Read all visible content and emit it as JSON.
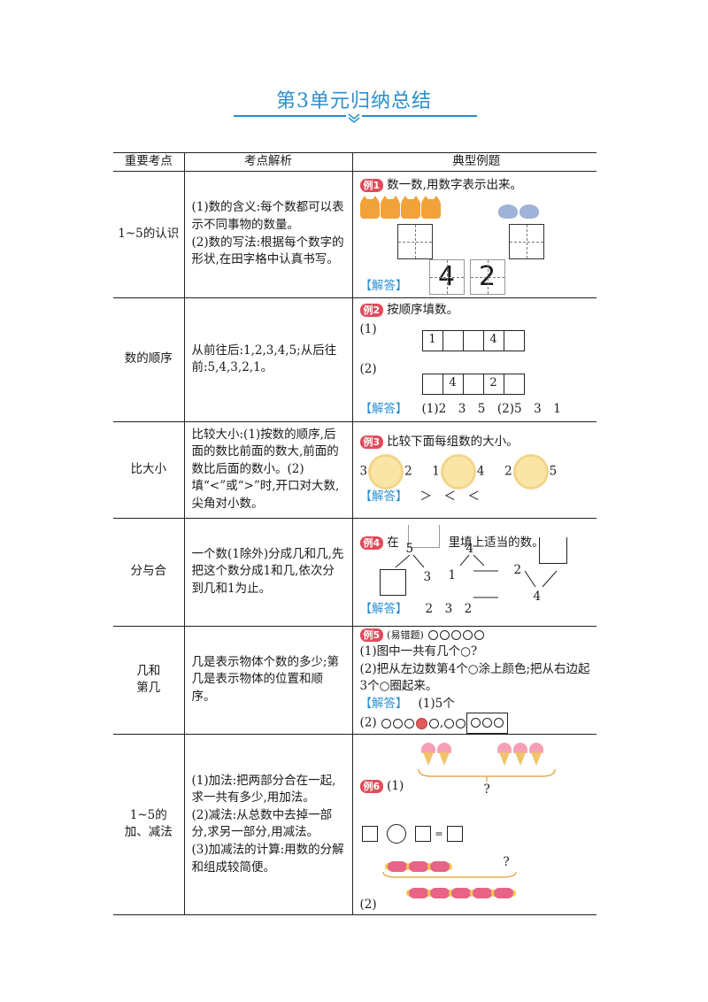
{
  "title": {
    "unit": "第3单元",
    "topic": "归纳总结"
  },
  "headers": [
    "重要考点",
    "考点解析",
    "典型例题"
  ],
  "answer_label": "【解答】",
  "rows": [
    {
      "point": "1~5的认识",
      "analysis": [
        "(1)数的含义:每个数都可以表示不同事物的数量。",
        "(2)数的写法:根据每个数字的形状,在田字格中认真书写。"
      ],
      "example_tag": "例1",
      "example_text": "数一数,用数字表示出来。",
      "answer_digits": [
        "4",
        "2"
      ]
    },
    {
      "point": "数的顺序",
      "analysis": [
        "从前往后:1,2,3,4,5;从后往前:5,4,3,2,1。"
      ],
      "example_tag": "例2",
      "example_text": "按顺序填数。",
      "q1_label": "(1)",
      "q1_cells": [
        "1",
        "",
        "",
        "4",
        ""
      ],
      "q2_label": "(2)",
      "q2_cells": [
        "",
        "4",
        "",
        "2",
        ""
      ],
      "answer_text": "(1)2　3　5　(2)5　3　1"
    },
    {
      "point": "比大小",
      "analysis": [
        "比较大小:(1)按数的顺序,后面的数比前面的数大,前面的数比后面的数小。(2)填“<”或“>”时,开口对大数,尖角对小数。"
      ],
      "example_tag": "例3",
      "example_text": "比较下面每组数的大小。",
      "pairs": [
        [
          "3",
          "2"
        ],
        [
          "1",
          "4"
        ],
        [
          "2",
          "5"
        ]
      ],
      "answer_text": "＞　＜　＜"
    },
    {
      "point": "分与合",
      "analysis": [
        "一个数(1除外)分成几和几,先把这个数分成1和几,依次分到几和1为止。"
      ],
      "example_tag": "例4",
      "example_text_pre": "在",
      "example_text_post": "里填上适当的数。",
      "trees": [
        {
          "top": "5",
          "left": "",
          "right": "3"
        },
        {
          "top": "4",
          "left": "1",
          "right": ""
        },
        {
          "top": "",
          "left": "2",
          "right": "4"
        }
      ],
      "answer_text": "2　3　2"
    },
    {
      "point": "几和第几",
      "analysis": [
        "几是表示物体个数的多少;第几是表示物体的位置和顺序。"
      ],
      "example_tag": "例5",
      "example_note": "(易错题)",
      "q1": "(1)图中一共有几个○?",
      "q2": "(2)把从左边数第4个○涂上颜色;把从右边起3个○圈起来。",
      "answer_q1": "(1)5个",
      "answer_q2_label": "(2)"
    },
    {
      "point": "1~5的加、减法",
      "analysis": [
        "(1)加法:把两部分合在一起,求一共有多少,用加法。",
        "(2)减法:从总数中去掉一部分,求另一部分,用减法。",
        "(3)加减法的计算:用数的分解和组成较简便。"
      ],
      "example_tag": "例6",
      "q1_label": "(1)",
      "q2_label": "(2)",
      "question_mark": "?",
      "equals": "="
    }
  ]
}
